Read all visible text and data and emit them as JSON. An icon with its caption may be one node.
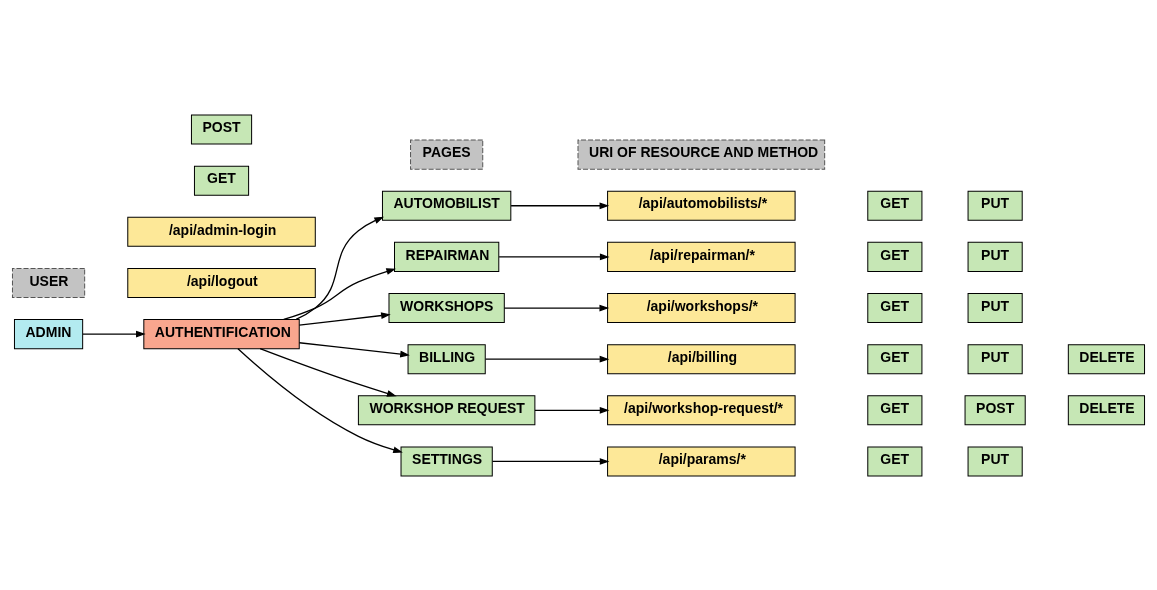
{
  "diagram": {
    "nodes": [
      {
        "text": [
          "USER"
        ]
      },
      {
        "text": [
          "PAGES"
        ]
      },
      {
        "text": [
          "URI OF RESOURCE AND METHOD"
        ]
      },
      {
        "text": [
          "POST"
        ]
      },
      {
        "text": [
          "GET"
        ]
      },
      {
        "text": [
          "/api/admin-login"
        ]
      },
      {
        "text": [
          "/api/logout"
        ]
      },
      {
        "text": [
          "AUTOMOBILIST"
        ]
      },
      {
        "text": [
          "/api/automobilists/*"
        ]
      },
      {
        "text": [
          "GET"
        ]
      },
      {
        "text": [
          "PUT"
        ]
      },
      {
        "text": [
          "REPAIRMAN"
        ]
      },
      {
        "text": [
          "/api/repairman/*"
        ]
      },
      {
        "text": [
          "GET"
        ]
      },
      {
        "text": [
          "PUT"
        ]
      },
      {
        "text": [
          "WORKSHOPS"
        ]
      },
      {
        "text": [
          "/api/workshops/*"
        ]
      },
      {
        "text": [
          "GET"
        ]
      },
      {
        "text": [
          "PUT"
        ]
      },
      {
        "text": [
          "ADMIN"
        ]
      },
      {
        "text": [
          "AUTHENTIFICATION"
        ]
      },
      {
        "text": [
          "BILLING"
        ]
      },
      {
        "text": [
          "/api/billing"
        ]
      },
      {
        "text": [
          "GET"
        ]
      },
      {
        "text": [
          "PUT"
        ]
      },
      {
        "text": [
          "DELETE"
        ]
      },
      {
        "text": [
          "WORKSHOP REQUEST"
        ]
      },
      {
        "text": [
          "/api/workshop-request/*"
        ]
      },
      {
        "text": [
          "GET"
        ]
      },
      {
        "text": [
          "POST"
        ]
      },
      {
        "text": [
          "DELETE"
        ]
      },
      {
        "text": [
          "SETTINGS"
        ]
      },
      {
        "text": [
          "/api/params/*"
        ]
      },
      {
        "text": [
          "GET"
        ]
      },
      {
        "text": [
          "PUT"
        ]
      }
    ],
    "edges": [
      {
        "from": 19,
        "to": 20,
        "arrow": "to"
      },
      {
        "from": 20,
        "to": 7,
        "arrow": "to"
      },
      {
        "from": 20,
        "to": 11,
        "arrow": "to"
      },
      {
        "from": 20,
        "to": 15,
        "arrow": "to"
      },
      {
        "from": 20,
        "to": 21,
        "arrow": "to"
      },
      {
        "from": 20,
        "to": 26,
        "arrow": "to"
      },
      {
        "from": 20,
        "to": 31,
        "arrow": "to"
      },
      {
        "from": 7,
        "to": 8,
        "arrow": "to"
      },
      {
        "from": 11,
        "to": 12,
        "arrow": "to"
      },
      {
        "from": 15,
        "to": 16,
        "arrow": "to"
      },
      {
        "from": 21,
        "to": 22,
        "arrow": "to"
      },
      {
        "from": 26,
        "to": 27,
        "arrow": "to"
      },
      {
        "from": 31,
        "to": 32,
        "arrow": "to"
      }
    ]
  }
}
